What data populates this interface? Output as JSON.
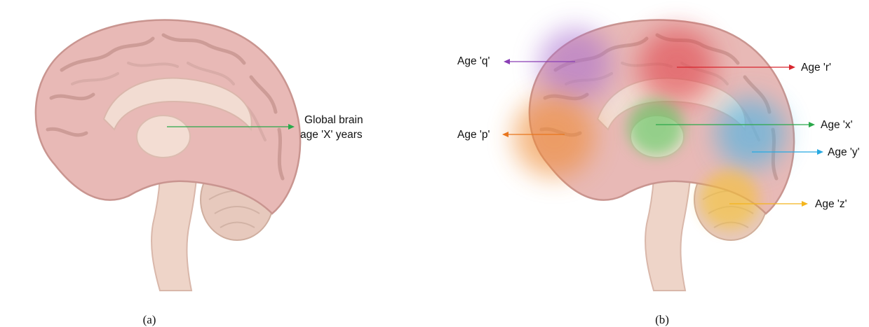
{
  "panel_a": {
    "caption": "(a)",
    "global_label_line1": "Global brain",
    "global_label_line2": "age 'X' years",
    "arrow_color": "#2aa84a"
  },
  "panel_b": {
    "caption": "(b)",
    "regions": [
      {
        "key": "q",
        "label": "Age 'q'",
        "color": "#8a3fb5"
      },
      {
        "key": "r",
        "label": "Age 'r'",
        "color": "#d8262e"
      },
      {
        "key": "p",
        "label": "Age 'p'",
        "color": "#e8761e"
      },
      {
        "key": "x",
        "label": "Age 'x'",
        "color": "#2aa84a"
      },
      {
        "key": "y",
        "label": "Age 'y'",
        "color": "#27a9e1"
      },
      {
        "key": "z",
        "label": "Age 'z'",
        "color": "#f4b51c"
      }
    ]
  },
  "colors": {
    "cortex": "#e8b9b6",
    "cortex_dark": "#cf9894",
    "inner": "#f2dcd2",
    "stem": "#eed4c8"
  }
}
